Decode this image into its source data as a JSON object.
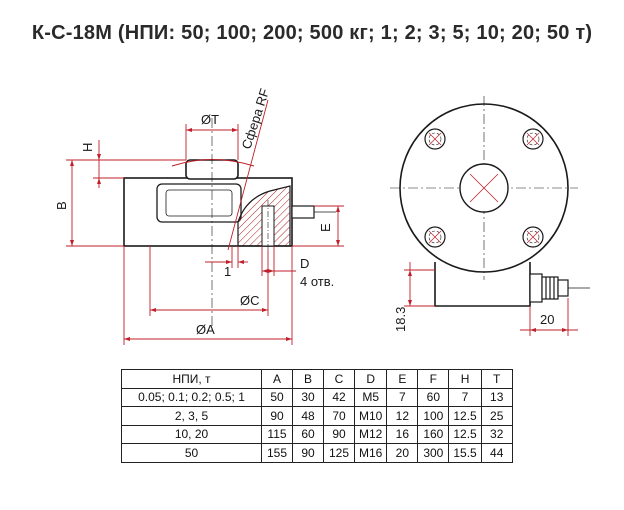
{
  "title": "К-С-18М (НПИ: 50; 100; 200; 500 кг; 1; 2; 3; 5; 10; 20; 50 т)",
  "side_view": {
    "labels": {
      "dim_T": "ØT",
      "dim_H": "H",
      "dim_B": "B",
      "sphere": "Сфера RF",
      "dim_E": "E",
      "dim_1": "1",
      "dim_D": "D",
      "holes": "4 отв.",
      "dim_C": "ØC",
      "dim_A": "ØA"
    }
  },
  "front_view": {
    "labels": {
      "dim_height": "18.3",
      "dim_width": "20"
    }
  },
  "table": {
    "headers": [
      "НПИ, т",
      "A",
      "B",
      "C",
      "D",
      "E",
      "F",
      "H",
      "T"
    ],
    "rows": [
      [
        "0.05; 0.1; 0.2; 0.5; 1",
        "50",
        "30",
        "42",
        "M5",
        "7",
        "60",
        "7",
        "13"
      ],
      [
        "2, 3, 5",
        "90",
        "48",
        "70",
        "M10",
        "12",
        "100",
        "12.5",
        "25"
      ],
      [
        "10, 20",
        "115",
        "60",
        "90",
        "M12",
        "16",
        "160",
        "12.5",
        "32"
      ],
      [
        "50",
        "155",
        "90",
        "125",
        "M16",
        "20",
        "300",
        "15.5",
        "44"
      ]
    ]
  },
  "colors": {
    "outline": "#1a1a1a",
    "dimension": "#c0202a",
    "hatch": "#b02020",
    "body_fill": "#ffffff"
  }
}
